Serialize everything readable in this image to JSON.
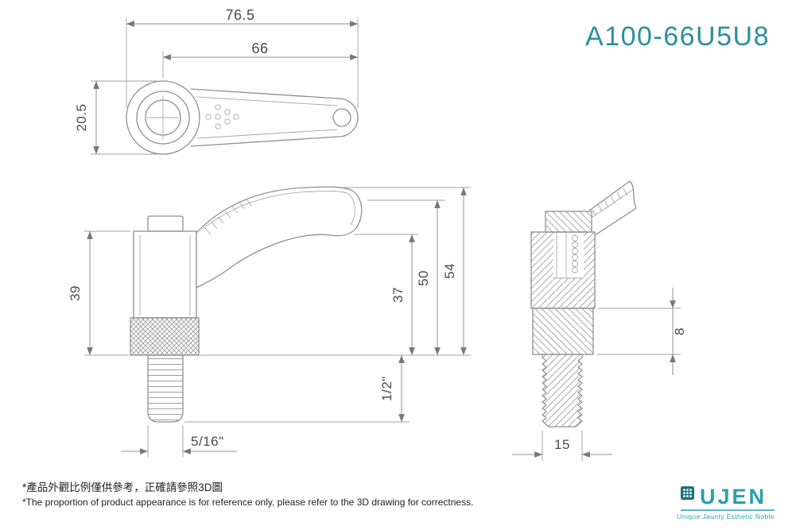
{
  "part_number": "A100-66U5U8",
  "colors": {
    "accent_teal": "#2b8fa0",
    "logo_teal": "#2aa0b0",
    "drawing_line": "#8f8f8f",
    "dimension_text": "#4a4a4a"
  },
  "dimensions": {
    "top_view": {
      "overall_length": "76.5",
      "arm_length": "66",
      "head_width": "20.5"
    },
    "front_view": {
      "body_height": "39",
      "height_37": "37",
      "height_50": "50",
      "height_54": "54",
      "thread_length": "1/2\"",
      "thread_size": "5/16\""
    },
    "side_view": {
      "collar_height": "8",
      "stud_width": "15"
    }
  },
  "footnotes": {
    "zh": "*產品外觀比例僅供參考，正確請參照3D圖",
    "en": "*The proportion of product appearance is for reference only, please refer to the 3D drawing for correctness."
  },
  "logo": {
    "name": "UJEN",
    "tagline": "Unique Jaunty Esthetic Noble"
  }
}
